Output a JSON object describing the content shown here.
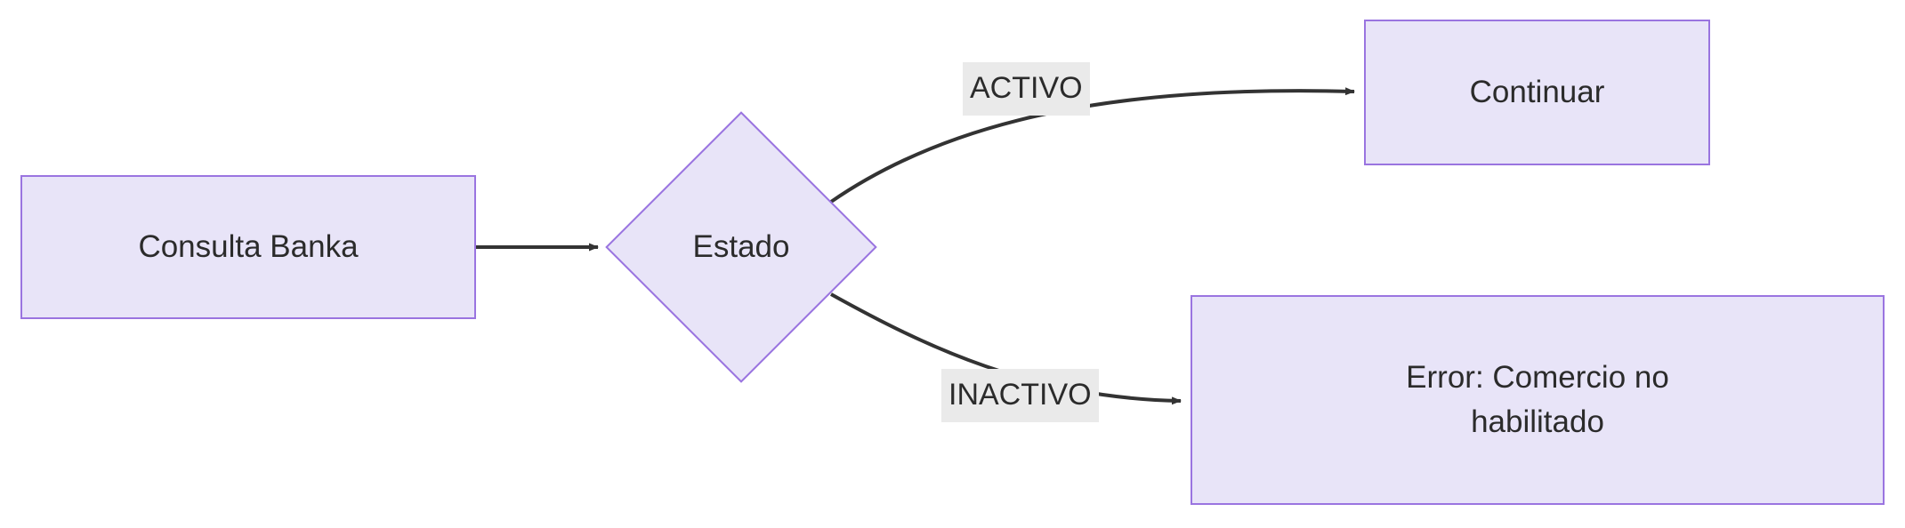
{
  "diagram": {
    "type": "flowchart",
    "direction": "left-to-right",
    "title": "",
    "background_color": "#ffffff",
    "node_fill_color": "#e8e4f8",
    "node_border_color": "#9a74e0",
    "node_text_color": "#2b2b2b",
    "edge_color": "#333333",
    "edge_label_background_color": "#eaeaea",
    "nodes": [
      {
        "id": "consulta",
        "shape": "rectangle",
        "label": "Consulta Banka"
      },
      {
        "id": "estado",
        "shape": "diamond",
        "label": "Estado"
      },
      {
        "id": "continuar",
        "shape": "rectangle",
        "label": "Continuar"
      },
      {
        "id": "error",
        "shape": "rectangle",
        "label": "Error: Comercio no\nhabilitado"
      }
    ],
    "edges": [
      {
        "id": "e1",
        "from": "consulta",
        "to": "estado",
        "label": ""
      },
      {
        "id": "e2",
        "from": "estado",
        "to": "continuar",
        "label": "ACTIVO"
      },
      {
        "id": "e3",
        "from": "estado",
        "to": "error",
        "label": "INACTIVO"
      }
    ]
  }
}
